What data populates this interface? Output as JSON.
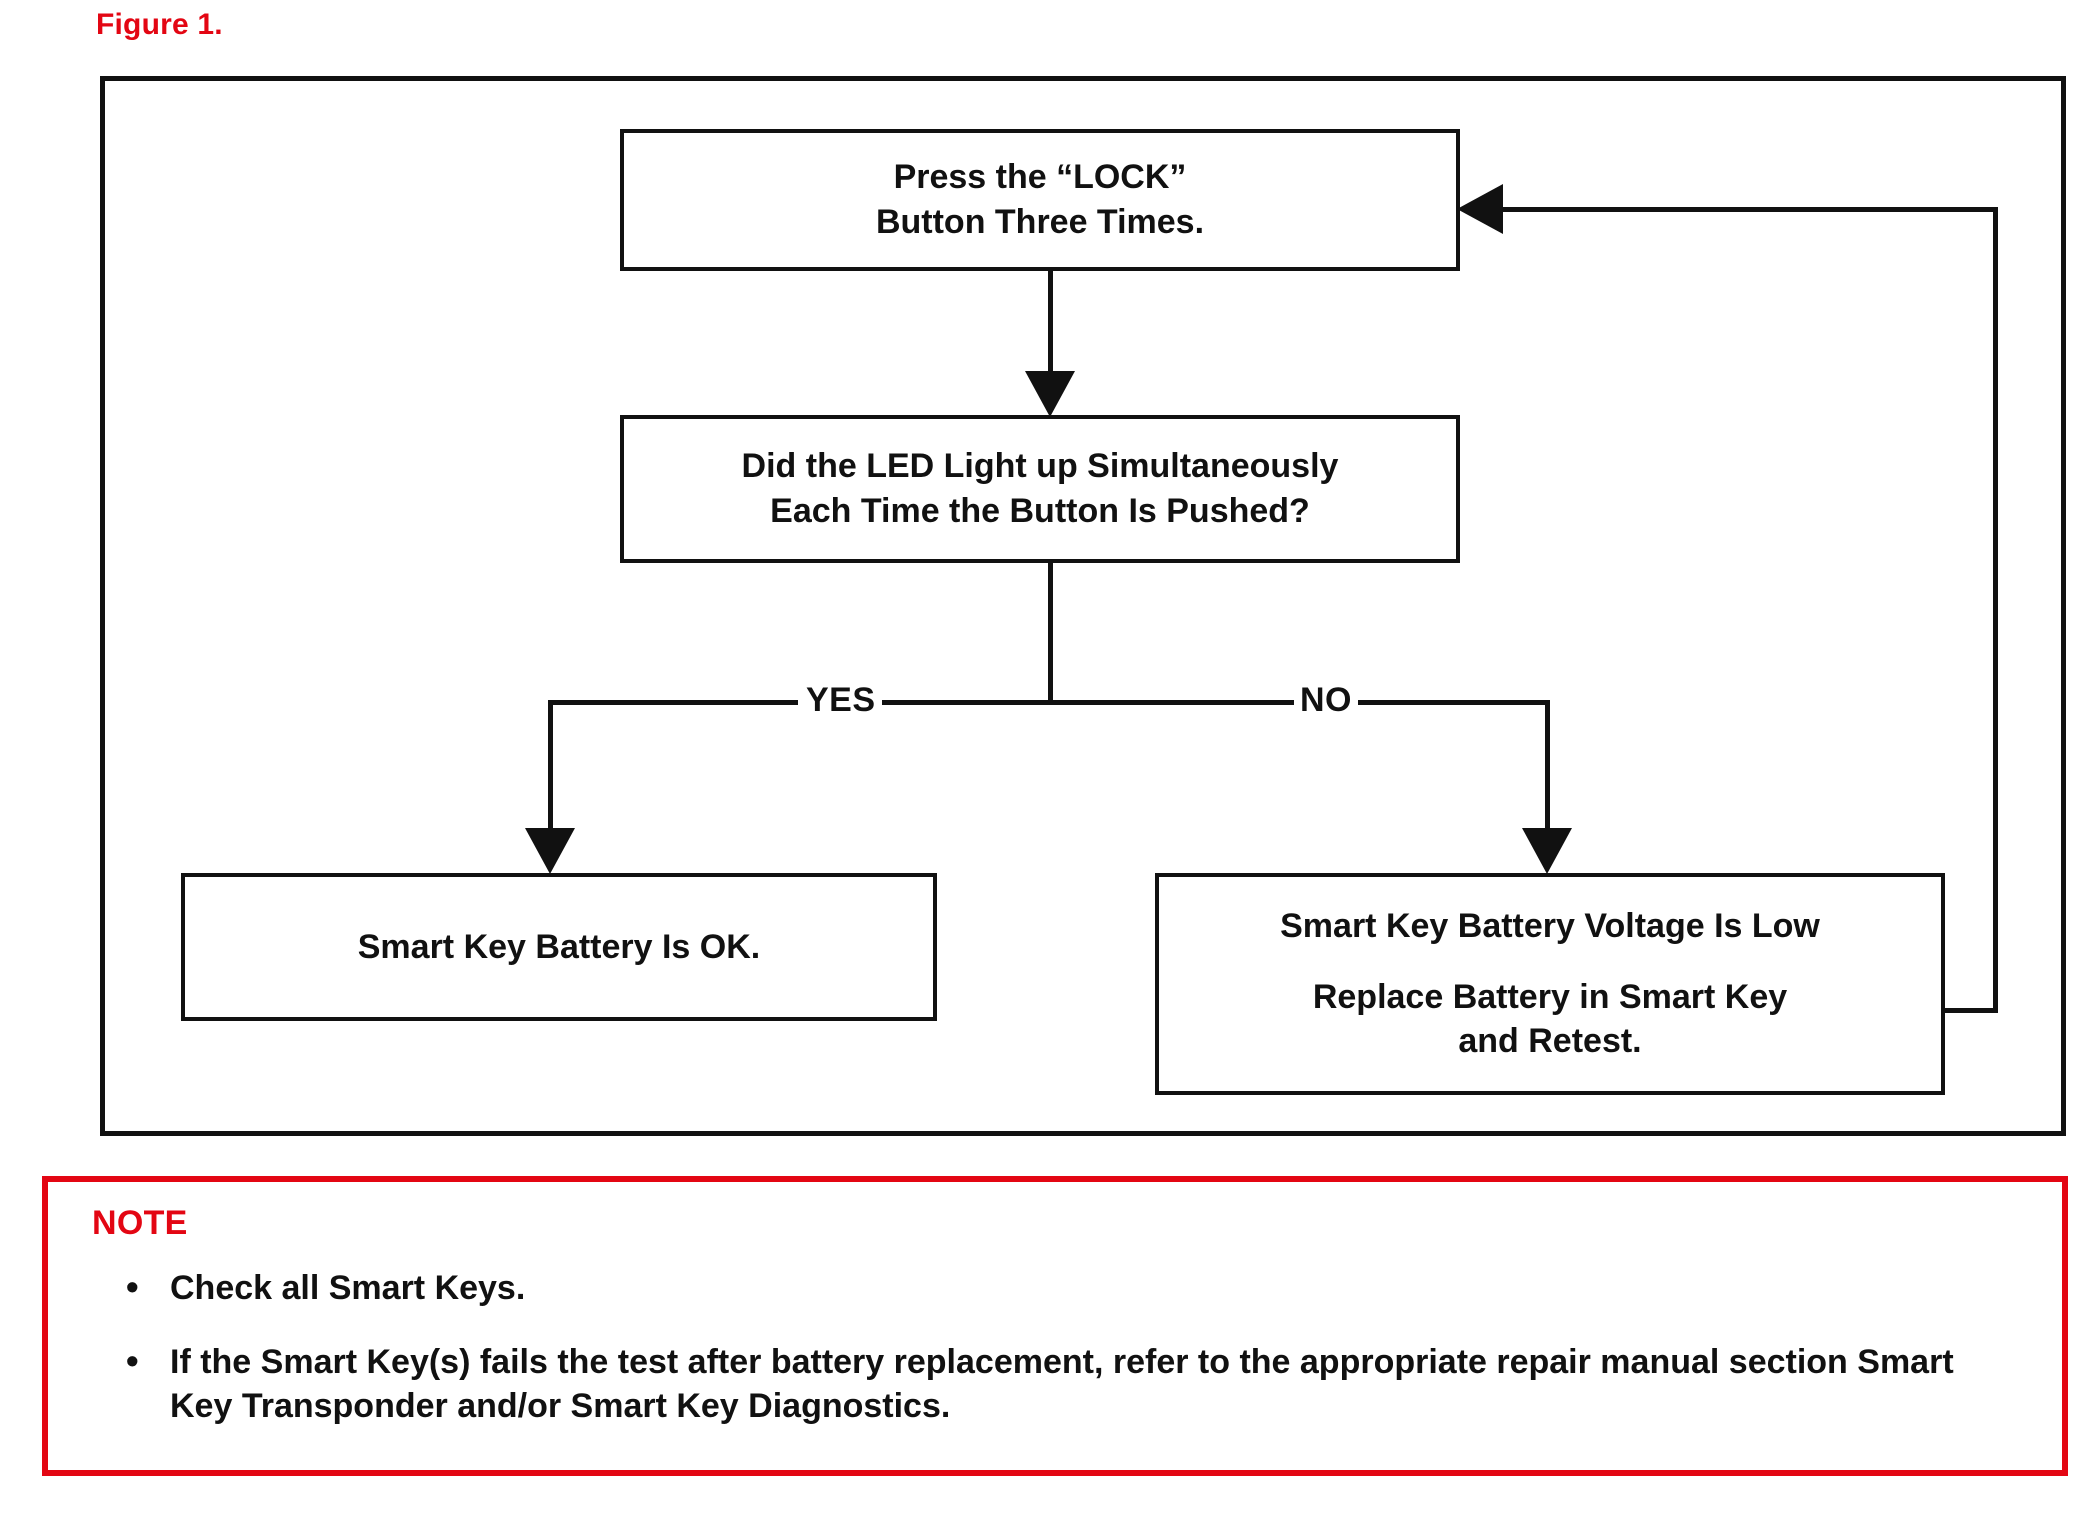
{
  "figure": {
    "caption": "Figure 1."
  },
  "flowchart": {
    "boxes": {
      "press_lock": {
        "line1": "Press the “LOCK”",
        "line2": "Button Three Times."
      },
      "led_question": {
        "line1": "Did the LED Light up Simultaneously",
        "line2": "Each Time the Button Is Pushed?"
      },
      "battery_ok": {
        "line1": "Smart Key Battery Is OK."
      },
      "battery_low": {
        "line1": "Smart Key Battery Voltage Is Low",
        "line2": "Replace Battery in Smart Key",
        "line3": "and Retest."
      }
    },
    "branches": {
      "yes_label": "YES",
      "no_label": "NO"
    }
  },
  "note": {
    "title": "NOTE",
    "bullet_glyph": "•",
    "items": [
      "Check all Smart Keys.",
      "If the Smart Key(s) fails the test after battery replacement, refer to the appropriate repair manual section Smart Key Transponder and/or Smart Key Diagnostics."
    ]
  },
  "colors": {
    "accent_red": "#e30613",
    "line_black": "#111111",
    "background": "#ffffff"
  }
}
